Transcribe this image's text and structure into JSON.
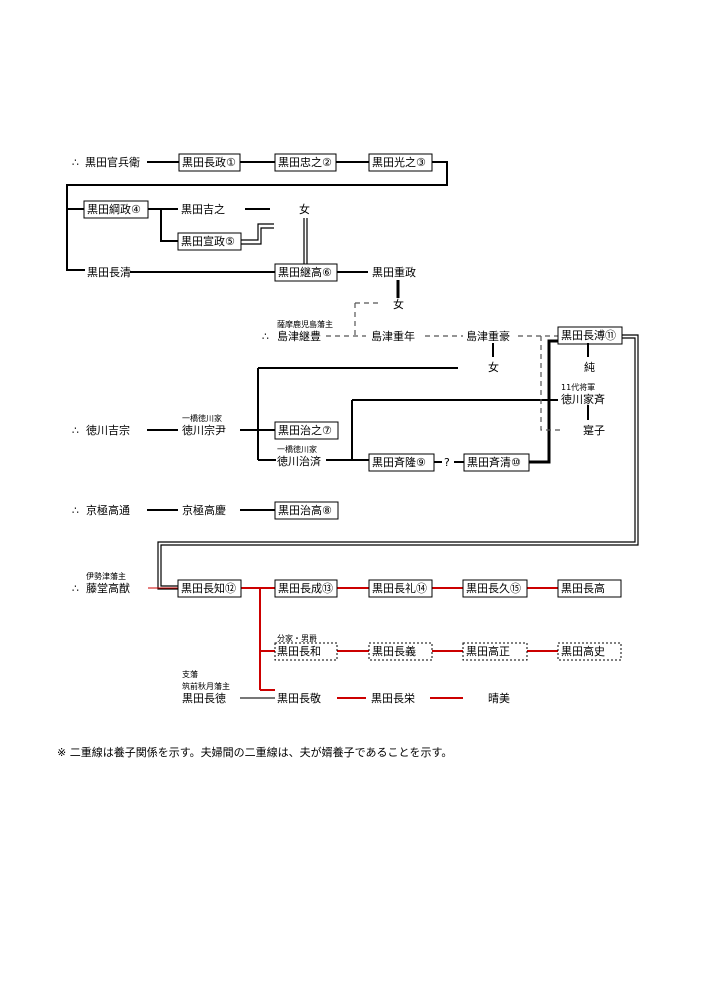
{
  "colors": {
    "line": "#000000",
    "red_line": "#cc0000",
    "dashed": "#666666"
  },
  "therefore_mark": "∴",
  "persons": {
    "kanbee": "黒田官兵衛",
    "nagamasa": "黒田長政①",
    "tadayuki": "黒田忠之②",
    "mitsuyuki": "黒田光之③",
    "tsunamasa": "黒田綱政④",
    "yoshiyuki": "黒田吉之",
    "nobumasa": "黒田宣政⑤",
    "onna1": "女",
    "nagakiyo": "黒田長清",
    "tsugutaka": "黒田継高⑥",
    "shigemasa": "黒田重政",
    "onna2": "女",
    "tsugutoyo": "島津継豊",
    "shigetoshi": "島津重年",
    "shigehide": "島津重豪",
    "nagahiro": "黒田長溥⑪",
    "onna3": "女",
    "jun": "純",
    "ienari": "徳川家斉",
    "kanko": "寔子",
    "yoshimune": "徳川吉宗",
    "munetada": "徳川宗尹",
    "haruyuki": "黒田治之⑦",
    "harusada": "徳川治済",
    "naritaka": "黒田斉隆⑨",
    "question": "?",
    "narikiyo": "黒田斉清⑩",
    "takamichi": "京極高通",
    "takayoshi": "京極高慶",
    "harutaka": "黒田治高⑧",
    "takayu": "藤堂高猷",
    "nagatomo": "黒田長知⑫",
    "nagashige": "黒田長成⑬",
    "nagayoshi": "黒田長礼⑭",
    "nagahisa": "黒田長久⑮",
    "nagataka": "黒田長高",
    "nagakazu": "黒田長和",
    "nagayoshi2": "黒田長義",
    "takamasa": "黒田高正",
    "takashi": "黒田高史",
    "nagatoku": "黒田長徳",
    "nagatoshi": "黒田長敬",
    "nagashige2": "黒田長栄",
    "haruyoshi": "晴美"
  },
  "annotations": {
    "satsuma": "薩摩鹿児島藩主",
    "shogun": "11代将軍",
    "hitotsubashi1": "一橋徳川家",
    "hitotsubashi2": "一橋徳川家",
    "ise": "伊勢津藩主",
    "bunke": "分家・男爵",
    "shihan": "支藩",
    "akizuki": "筑前秋月藩主"
  },
  "note": "※  二重線は養子関係を示す。夫婦間の二重線は、夫が婿養子であることを示す。"
}
